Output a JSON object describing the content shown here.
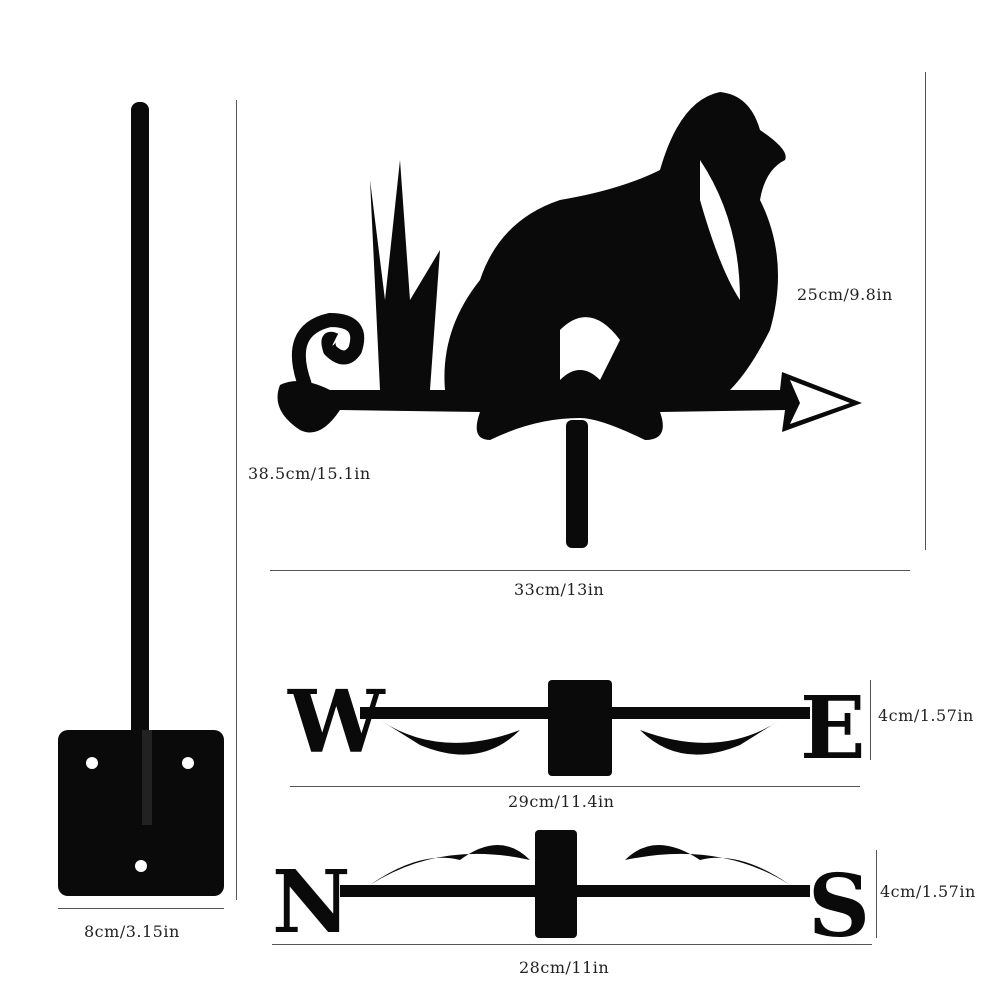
{
  "dimensions": {
    "stake_base_width": "8cm/3.15in",
    "total_height": "38.5cm/15.1in",
    "topper_height": "25cm/9.8in",
    "topper_width": "33cm/13in",
    "we_arm_length": "29cm/11.4in",
    "we_arm_height": "4cm/1.57in",
    "ns_arm_length": "28cm/11in",
    "ns_arm_height": "4cm/1.57in"
  },
  "compass_letters": {
    "west": "W",
    "east": "E",
    "north": "N",
    "south": "S"
  },
  "colors": {
    "metal": "#0a0a0a",
    "background": "#ffffff",
    "dimension_line": "#555555"
  }
}
